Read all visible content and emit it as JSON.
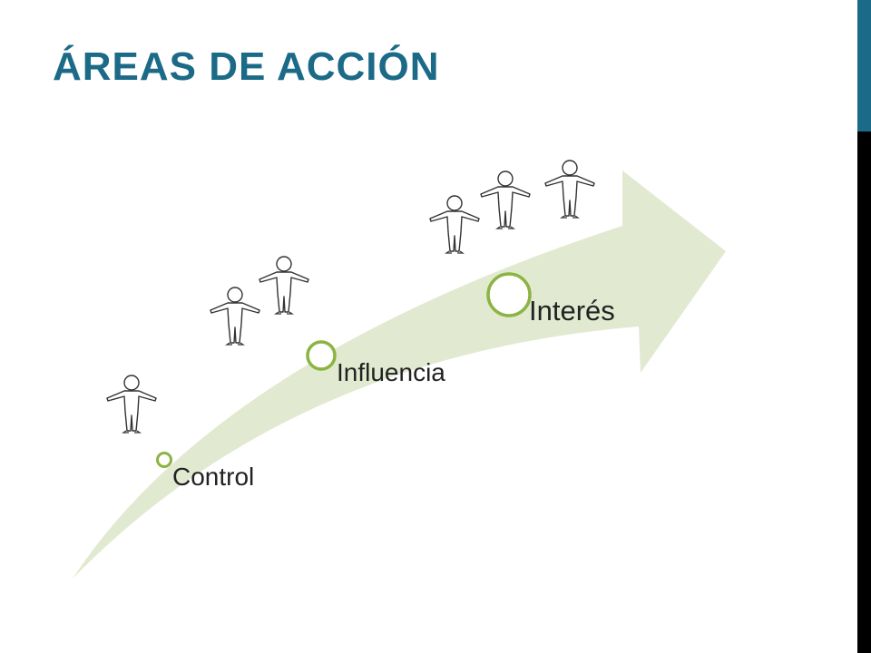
{
  "title": "ÁREAS DE ACCIÓN",
  "colors": {
    "title": "#1b6a87",
    "accent_bar": "#1b6a87",
    "side_bar": "#000000",
    "arrow_fill": "#e1ead0",
    "marker_ring": "#8cb443",
    "figure_stroke": "#333333"
  },
  "stages": [
    {
      "label": "Control"
    },
    {
      "label": "Influencia"
    },
    {
      "label": "Interés"
    }
  ],
  "icons": {
    "figure": "person-outline-icon",
    "marker": "ring-marker-icon"
  }
}
